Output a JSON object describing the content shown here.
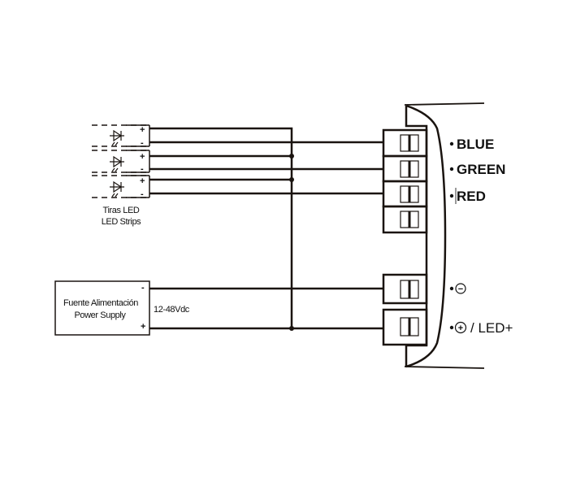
{
  "led_strips": {
    "label_es": "Tiras LED",
    "label_en": "LED Strips",
    "plus": "+",
    "minus": "-",
    "count": 3
  },
  "power_supply": {
    "label_es": "Fuente Alimentación",
    "label_en": "Power Supply",
    "minus": "-",
    "plus": "+",
    "voltage": "12-48Vdc"
  },
  "terminals": {
    "blue": "BLUE",
    "green": "GREEN",
    "red": "RED",
    "negative_symbol": "−",
    "positive_symbol": "+",
    "led_plus": "/ LED+"
  },
  "colors": {
    "line": "#1a1410"
  }
}
